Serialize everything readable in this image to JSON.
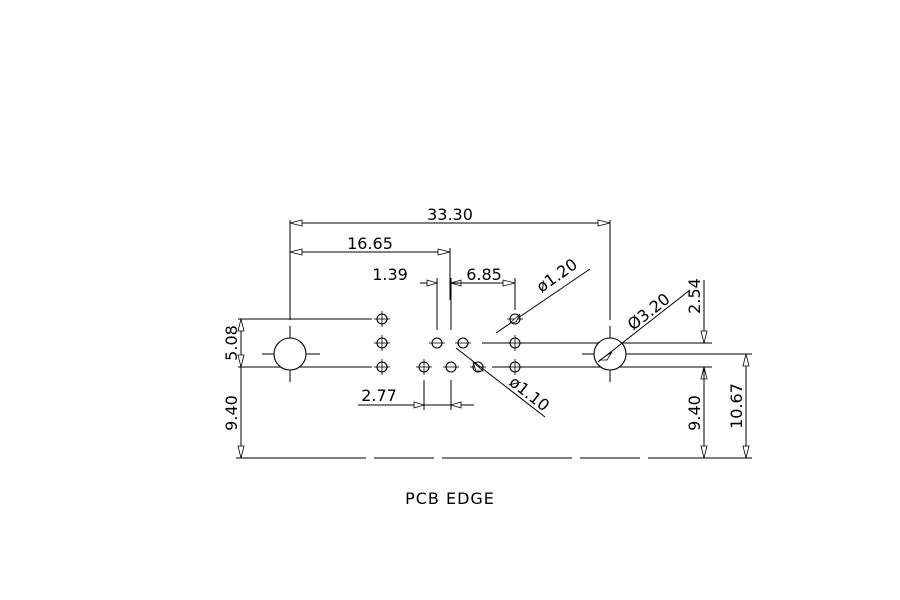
{
  "dimensions": {
    "overall_width": "33.30",
    "half_width": "16.65",
    "pin_offset": "1.39",
    "row_spacing": "6.85",
    "pin_pitch": "2.77",
    "row_pitch": "2.54",
    "mount_hole_spacing": "5.08",
    "left_edge_distance": "9.40",
    "right_edge_distance": "9.40",
    "overall_edge_distance": "10.67"
  },
  "diameters": {
    "small_pin": "ø1.20",
    "signal_pin": "ø1.10",
    "mounting_hole": "Ø3.20"
  },
  "caption": "PCB EDGE"
}
